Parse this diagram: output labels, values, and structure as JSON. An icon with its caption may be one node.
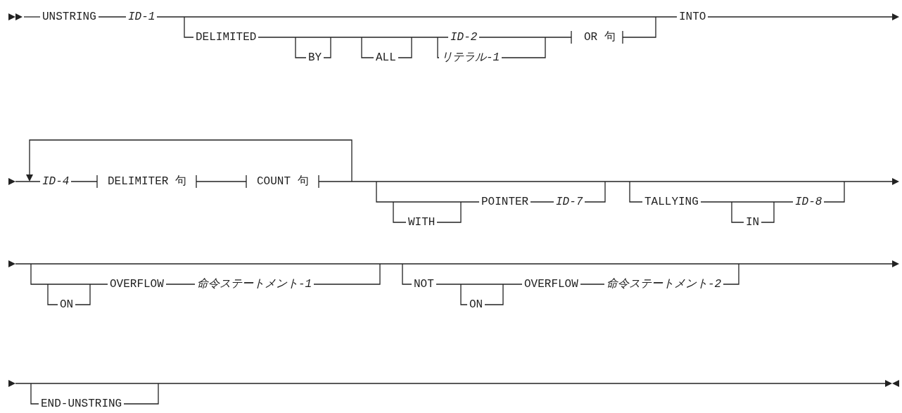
{
  "diagram": {
    "labels": [
      "UNSTRING",
      "ID-1",
      "DELIMITED",
      "BY",
      "ALL",
      "ID-2",
      "リテラル-1",
      "OR 句",
      "INTO",
      "ID-4",
      "DELIMITER 句",
      "COUNT 句",
      "WITH",
      "POINTER",
      "ID-7",
      "TALLYING",
      "IN",
      "ID-8",
      "ON",
      "OVERFLOW",
      "命令ステートメント-1",
      "NOT",
      "ON",
      "OVERFLOW",
      "命令ステートメント-2",
      "END-UNSTRING"
    ]
  }
}
